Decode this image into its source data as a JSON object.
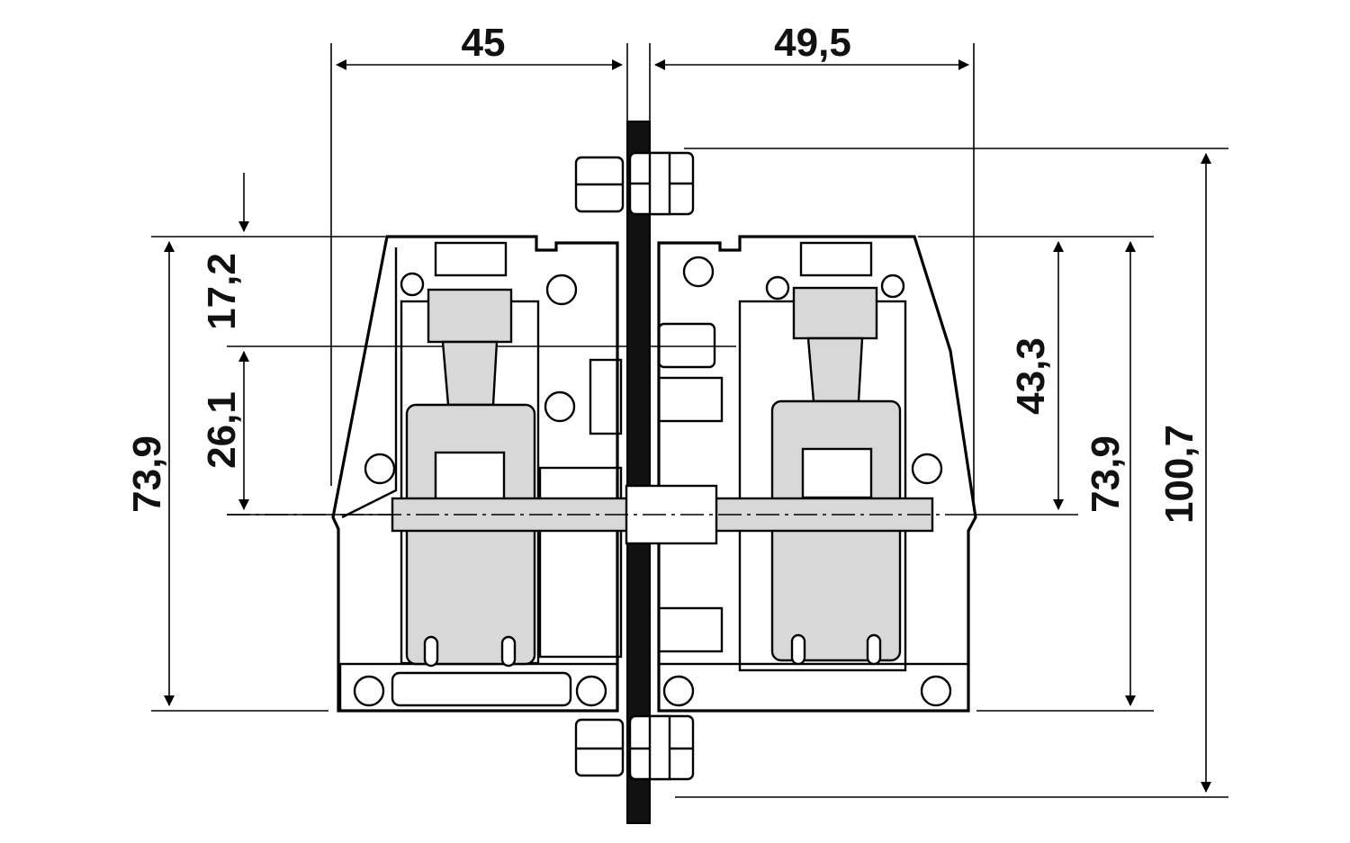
{
  "dimensions": {
    "top_left_width": "45",
    "top_right_width": "49,5",
    "left_upper": "17,2",
    "left_middle": "26,1",
    "left_total": "73,9",
    "right_inner": "43,3",
    "right_total": "73,9",
    "right_overall": "100,7"
  },
  "colors": {
    "line": "#000000",
    "fill_grey": "#d8d8d8",
    "background": "#ffffff"
  }
}
